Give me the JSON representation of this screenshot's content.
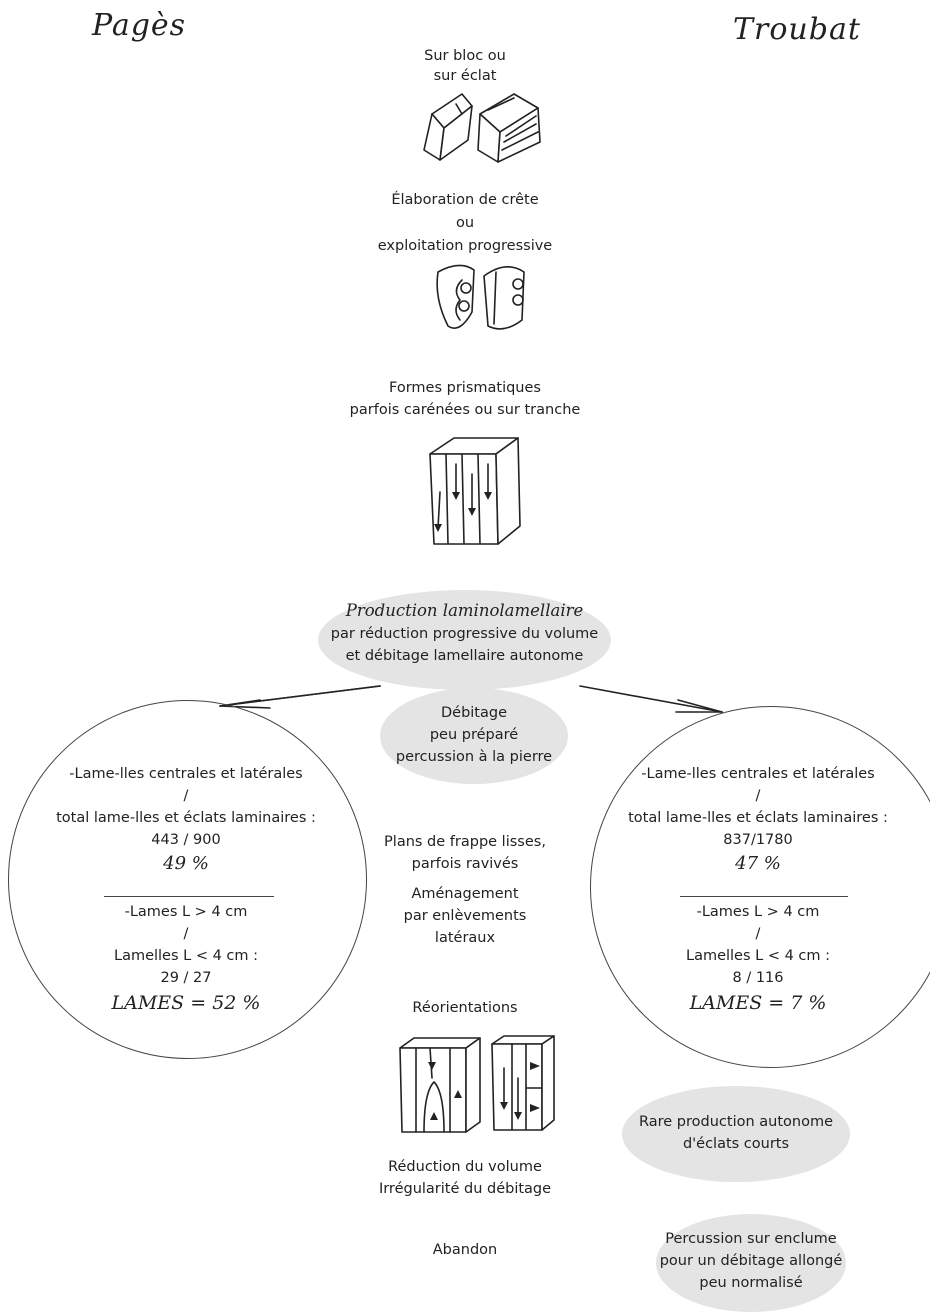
{
  "sites": {
    "left": "Pagès",
    "right": "Troubat"
  },
  "center_steps": {
    "step1": "Sur bloc ou\nsur éclat",
    "step2_line1": "Élaboration de crête",
    "step2_line2": "ou",
    "step2_line3": "exploitation progressive",
    "step3_line1": "Formes prismatiques",
    "step3_line2": "parfois carénées ou sur tranche"
  },
  "production": {
    "title": "Production laminolamellaire",
    "line1": "par réduction progressive du volume",
    "line2": "et débitage lamellaire autonome"
  },
  "debitage": {
    "line1": "Débitage",
    "line2": "peu préparé",
    "line3": "percussion à la pierre"
  },
  "left_stats": {
    "l1": "-Lame-lles centrales et latérales",
    "l2": "/",
    "l3": "total lame-lles et éclats laminaires :",
    "l4": "443 / 900",
    "pct": "49 %",
    "l5": "-Lames L > 4 cm",
    "l6": "/",
    "l7": "Lamelles L < 4 cm :",
    "l8": "29 / 27",
    "lames": "LAMES = 52 %"
  },
  "right_stats": {
    "l1": "-Lame-lles centrales et latérales",
    "l2": "/",
    "l3": "total lame-lles et éclats laminaires :",
    "l4": "837/1780",
    "pct": "47 %",
    "l5": "-Lames L > 4 cm",
    "l6": "/",
    "l7": "Lamelles L < 4 cm :",
    "l8": "8 / 116",
    "lames": "LAMES = 7 %"
  },
  "middle_notes": {
    "plans1": "Plans de frappe lisses,",
    "plans2": "parfois ravivés",
    "amen1": "Aménagement",
    "amen2": "par enlèvements",
    "amen3": "latéraux",
    "reorient": "Réorientations",
    "reduc1": "Réduction du volume",
    "reduc2": "Irrégularité du débitage",
    "abandon": "Abandon"
  },
  "right_notes": {
    "rare1": "Rare production autonome",
    "rare2": "d'éclats courts",
    "perc1": "Percussion sur enclume",
    "perc2": "pour un débitage allongé",
    "perc3": "peu normalisé"
  }
}
